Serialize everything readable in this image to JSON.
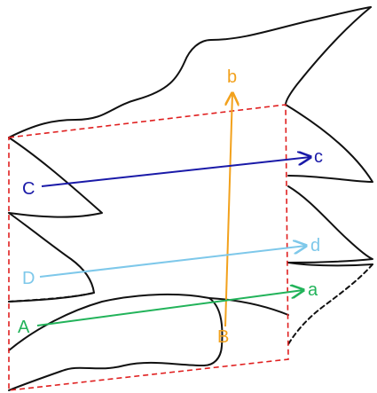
{
  "colors": {
    "outline": "#111111",
    "frame": "#e02020",
    "ab": "#f2a11c",
    "aa": "#22b35a",
    "cc": "#1a1aa8",
    "dd": "#7ec8ea"
  },
  "labels": {
    "start_A": "A",
    "end_a": "a",
    "start_B": "B",
    "end_b": "b",
    "start_C": "C",
    "end_c": "c",
    "start_D": "D",
    "end_d": "d"
  }
}
